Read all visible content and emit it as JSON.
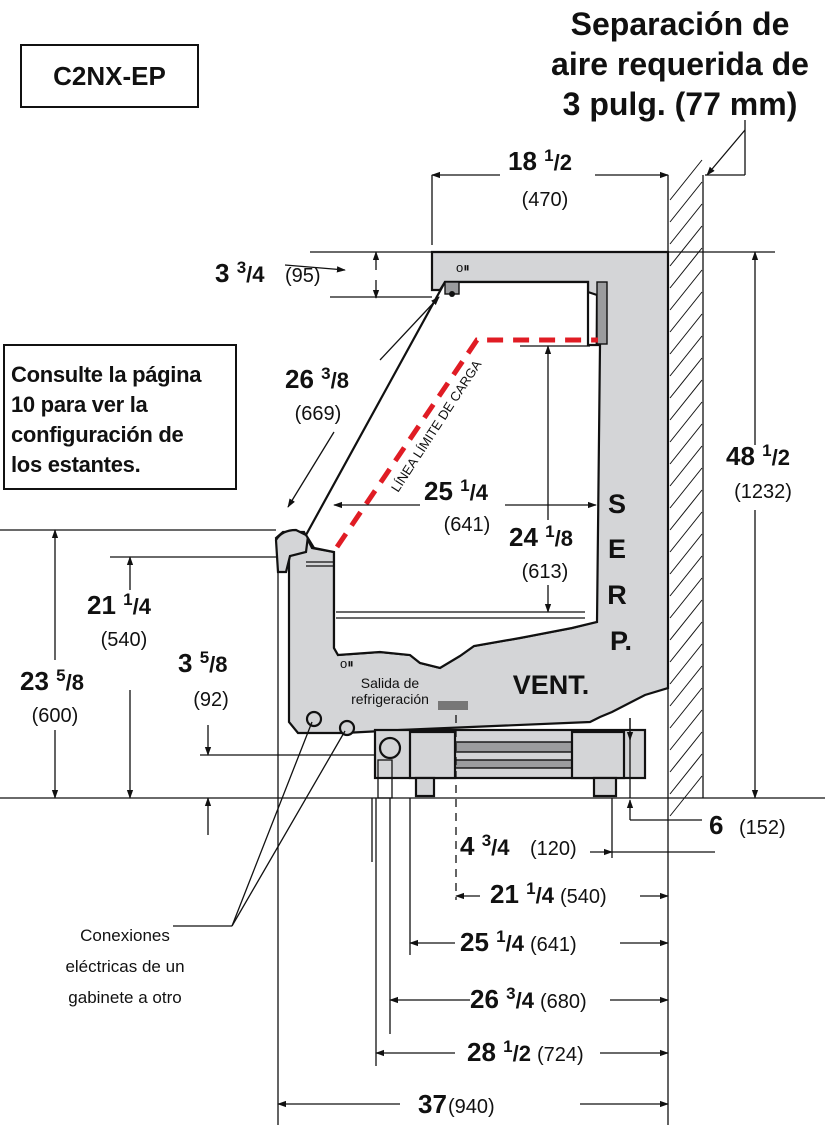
{
  "model": "C2NX-EP",
  "air_gap_title": [
    "Separación de",
    "aire requerida de",
    "3 pulg. (77 mm)"
  ],
  "note": [
    "Consulte la página",
    "10 para ver la",
    "configuración de",
    "los estantes."
  ],
  "load_line_label": "LÍNEA LÍMITE DE CARGA",
  "case_labels": {
    "rear_vertical": [
      "S",
      "E",
      "R",
      "P."
    ],
    "vent": "VENT.",
    "refrigeration_outlet": [
      "Salida de",
      "refrigeración"
    ]
  },
  "connections_label": [
    "Conexiones",
    "eléctricas de un",
    "gabinete a otro"
  ],
  "dimensions": [
    {
      "id": "top-depth",
      "whole": "18",
      "num": "1",
      "den": "2",
      "metric": "(470)"
    },
    {
      "id": "canopy-height",
      "whole": "3",
      "num": "3",
      "den": "4",
      "metric": "(95)"
    },
    {
      "id": "diagonal-opening",
      "whole": "26",
      "num": "3",
      "den": "8",
      "metric": "(669)"
    },
    {
      "id": "interior-depth",
      "whole": "25",
      "num": "1",
      "den": "4",
      "metric": "(641)"
    },
    {
      "id": "load-height",
      "whole": "24",
      "num": "1",
      "den": "8",
      "metric": "(613)"
    },
    {
      "id": "overall-height",
      "whole": "48",
      "num": "1",
      "den": "2",
      "metric": "(1232)"
    },
    {
      "id": "front-height",
      "whole": "23",
      "num": "5",
      "den": "8",
      "metric": "(600)"
    },
    {
      "id": "deck-height",
      "whole": "21",
      "num": "1",
      "den": "4",
      "metric": "(540)"
    },
    {
      "id": "electrical-height",
      "whole": "3",
      "num": "5",
      "den": "8",
      "metric": "(92)"
    },
    {
      "id": "leg-height",
      "whole": "6",
      "num": "",
      "den": "",
      "metric": "(152)"
    },
    {
      "id": "leg-offset",
      "whole": "4",
      "num": "3",
      "den": "4",
      "metric": "(120)"
    },
    {
      "id": "drain-depth",
      "whole": "21",
      "num": "1",
      "den": "4",
      "metric": "(540)"
    },
    {
      "id": "base-depth-a",
      "whole": "25",
      "num": "1",
      "den": "4",
      "metric": "(641)"
    },
    {
      "id": "base-depth-b",
      "whole": "26",
      "num": "3",
      "den": "4",
      "metric": "(680)"
    },
    {
      "id": "base-depth-c",
      "whole": "28",
      "num": "1",
      "den": "2",
      "metric": "(724)"
    },
    {
      "id": "overall-depth",
      "whole": "37",
      "num": "",
      "den": "",
      "metric": "(940)"
    }
  ]
}
